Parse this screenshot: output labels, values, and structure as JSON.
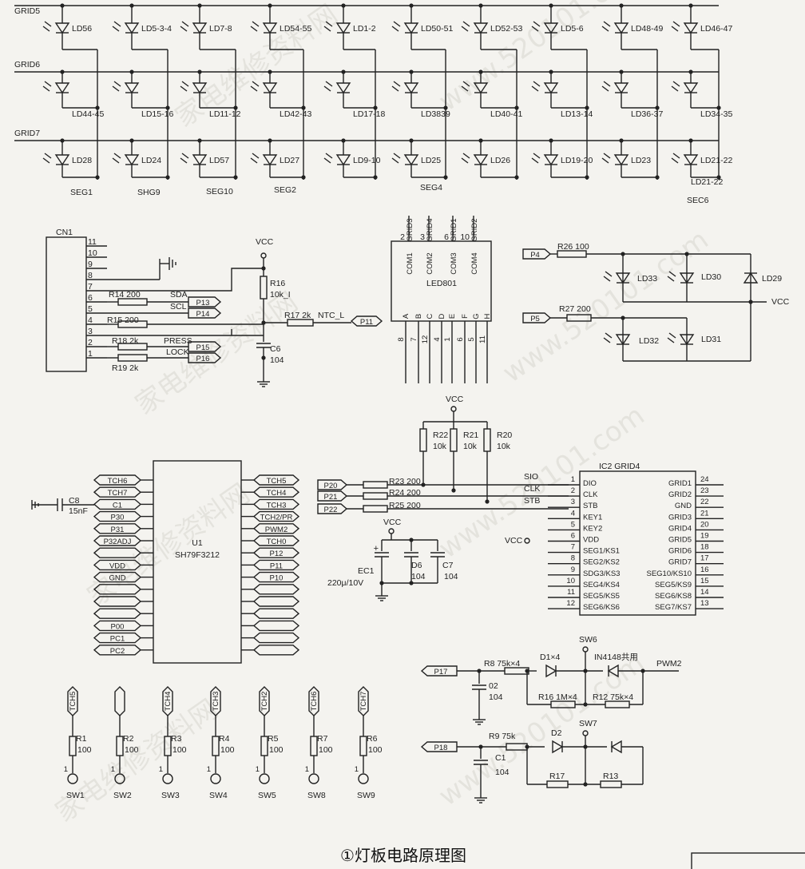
{
  "title": "①灯板电路原理图",
  "watermarks": [
    "家电维修资料网",
    "www.520101.com",
    "家电维修资料网",
    "www.520101.com",
    "家电维修资料网",
    "www.520101.com",
    "家电维修资料网",
    "www.520101.com"
  ],
  "matrix": {
    "grids": [
      "GRID5",
      "GRID6",
      "GRID7"
    ],
    "row1": [
      "LD56",
      "LD5-3-4",
      "LD7-8",
      "LD54-55",
      "LD1-2",
      "LD50-51",
      "LD52-53",
      "LD5-6",
      "LD48-49",
      "LD46-47"
    ],
    "row2": [
      "LD44-45",
      "LD15-16",
      "LD11-12",
      "LD42-43",
      "LD17-18",
      "LD3839",
      "LD40-41",
      "LD13-14",
      "LD36-37",
      "LD34-35"
    ],
    "row3": [
      "LD28",
      "LD24",
      "LD57",
      "LD27",
      "LD9-10",
      "LD25",
      "LD26",
      "LD19-20",
      "LD23",
      "LD21-22"
    ],
    "segs": [
      "SEG1",
      "SHG9",
      "SEG10",
      "SEG2",
      "SEG4",
      "SEC6"
    ]
  },
  "cn1": {
    "name": "CN1",
    "pins": [
      "11",
      "10",
      "9",
      "8",
      "7",
      "6",
      "5",
      "4",
      "3",
      "2",
      "1"
    ],
    "r14": "R14 200",
    "r15": "R15 200",
    "r18": "R18 2k",
    "r19": "R19 2k",
    "sda": "SDA",
    "scl": "SCL",
    "press": "PRESS",
    "lock": "LOCK",
    "p13": "P13",
    "p14": "P14",
    "p15": "P15",
    "p16": "P16",
    "vcc": "VCC",
    "r16": "R16",
    "r16v": "10k_I",
    "r17": "R17 2k",
    "ntc": "NTC_L",
    "p11": "P11",
    "c6": "C6",
    "c6v": "104"
  },
  "led801": {
    "name": "LED801",
    "top_nums": [
      "2",
      "3",
      "6",
      "10"
    ],
    "top_labels": [
      "GRID3",
      "GRID4",
      "GRID1",
      "GRID2"
    ],
    "coms": [
      "COM1",
      "COM2",
      "COM3",
      "COM4"
    ],
    "segs": [
      "A",
      "B",
      "C",
      "D",
      "E",
      "F",
      "G",
      "H"
    ],
    "bottom_nums": [
      "8",
      "7",
      "12",
      "4",
      "1",
      "6",
      "5",
      "11"
    ]
  },
  "leds_right": {
    "p4": "P4",
    "r26": "R26 100",
    "ld33": "LD33",
    "ld30": "LD30",
    "ld29": "LD29",
    "vcc": "VCC",
    "p5": "P5",
    "r27": "R27 200",
    "ld32": "LD32",
    "ld31": "LD31"
  },
  "ic2": {
    "name": "IC2 GRID4",
    "vcc": "VCC",
    "r22": "R22",
    "r22v": "10k",
    "r21": "R21",
    "r21v": "10k",
    "r20": "R20",
    "r20v": "10k",
    "p20": "P20",
    "p21": "P21",
    "p22": "P22",
    "r23": "R23 200",
    "r24": "R24 200",
    "r25": "R25 200",
    "sio": "SIO",
    "clk": "CLK",
    "stb": "STB",
    "left_pins": [
      "DIO",
      "CLK",
      "STB",
      "KEY1",
      "KEY2",
      "VDD",
      "SEG1/KS1",
      "SEG2/KS2",
      "SDG3/KS3",
      "SEG4/KS4",
      "SEG5/KS5",
      "SEG6/KS6"
    ],
    "left_nums": [
      "1",
      "2",
      "3",
      "4",
      "5",
      "6",
      "7",
      "8",
      "9",
      "10",
      "11",
      "12"
    ],
    "right_pins": [
      "GRID1",
      "GRID2",
      "GND",
      "GRID3",
      "GRID4",
      "GRID5",
      "GRID6",
      "GRID7",
      "SEG10/KS10",
      "SEG5/KS9",
      "SEG6/KS8",
      "SEG7/KS7"
    ],
    "right_nums": [
      "24",
      "23",
      "22",
      "21",
      "20",
      "19",
      "18",
      "17",
      "16",
      "15",
      "14",
      "13"
    ],
    "vcc_pin": "VCC",
    "vcc2": "VCC",
    "ec1": "EC1",
    "ec1v": "220μ/10V",
    "d6": "D6",
    "d6v": "104",
    "c7": "C7",
    "c7v": "104"
  },
  "u1": {
    "name": "U1",
    "part": "SH79F3212",
    "left": [
      "TCH6",
      "TCH7",
      "C1",
      "P30",
      "P31",
      "P32ADJ",
      "",
      "VDD",
      "GND",
      "",
      "",
      "",
      "P00",
      "PC1",
      "PC2"
    ],
    "right": [
      "TCH5",
      "TCH4",
      "TCH3",
      "TCH2/PR",
      "PWM2",
      "TCH0",
      "P12",
      "P11",
      "P10",
      "",
      "",
      "",
      "",
      "",
      ""
    ],
    "c8": "C8",
    "c8v": "15nF"
  },
  "switches": [
    {
      "tch": "TCH5",
      "r": "R1",
      "v": "100",
      "sw": "SW1"
    },
    {
      "tch": "",
      "r": "R2",
      "v": "100",
      "sw": "SW2"
    },
    {
      "tch": "TCH4",
      "r": "R3",
      "v": "100",
      "sw": "SW3"
    },
    {
      "tch": "TCH3",
      "r": "R4",
      "v": "100",
      "sw": "SW4"
    },
    {
      "tch": "TCH2",
      "r": "R5",
      "v": "100",
      "sw": "SW5"
    },
    {
      "tch": "TCH6",
      "r": "R7",
      "v": "100",
      "sw": "SW8"
    },
    {
      "tch": "TCH7",
      "r": "R6",
      "v": "100",
      "sw": "SW9"
    }
  ],
  "pwm": {
    "sw6": "SW6",
    "p17": "P17",
    "r8": "R8 75k×4",
    "d1": "D1×4",
    "in4148": "IN4148共用",
    "pwm2": "PWM2",
    "c2": "02",
    "c2v": "104",
    "r16": "R16 1M×4",
    "r12": "R12 75k×4",
    "sw7": "SW7",
    "p18": "P18",
    "r9": "R9 75k",
    "d2": "D2",
    "c1": "C1",
    "c1v": "104",
    "r17": "R17",
    "r13": "R13"
  }
}
